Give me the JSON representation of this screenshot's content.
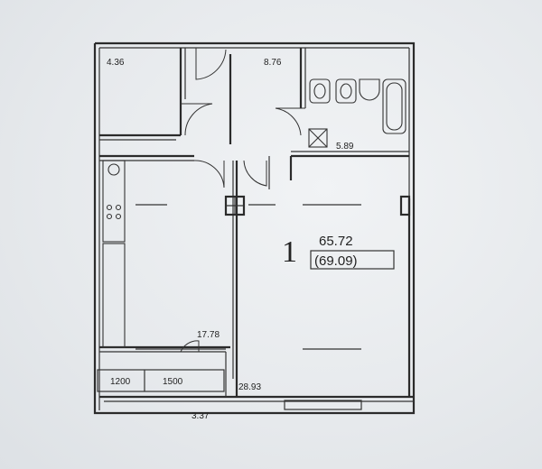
{
  "rooms": {
    "storage_area": "4.36",
    "hall_area": "8.76",
    "bath_area": "5.89",
    "kitchen_living_area": "17.78",
    "balcony_area": "3.37",
    "room_area": "28.93"
  },
  "apartment": {
    "rooms_count": "1",
    "total_area": "65.72",
    "total_area_with_balcony": "(69.09)"
  },
  "dimensions": {
    "left": "1200",
    "right": "1500"
  }
}
